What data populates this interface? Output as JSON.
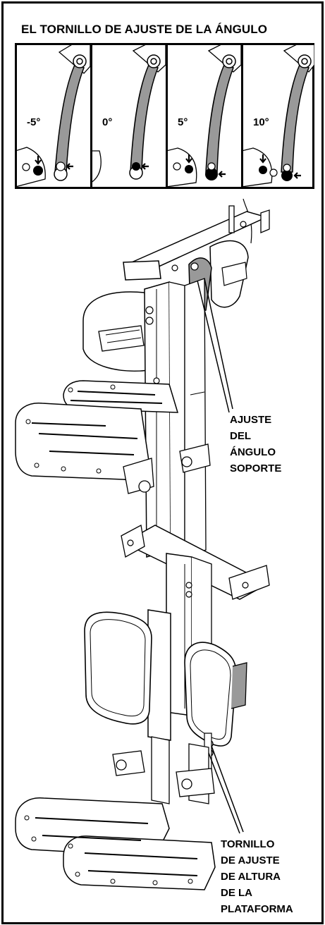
{
  "page": {
    "title": "EL TORNILLO DE AJUSTE DE LA ÁNGULO"
  },
  "angle_panels": [
    {
      "label": "-5°"
    },
    {
      "label": "0°"
    },
    {
      "label": "5°"
    },
    {
      "label": "10°"
    }
  ],
  "callouts": {
    "angle_bracket": [
      "AJUSTE",
      "DEL",
      "ÁNGULO",
      "SOPORTE"
    ],
    "height_screw": [
      "TORNILLO",
      "DE AJUSTE",
      "DE ALTURA",
      "DE LA",
      "PLATAFORMA"
    ]
  }
}
